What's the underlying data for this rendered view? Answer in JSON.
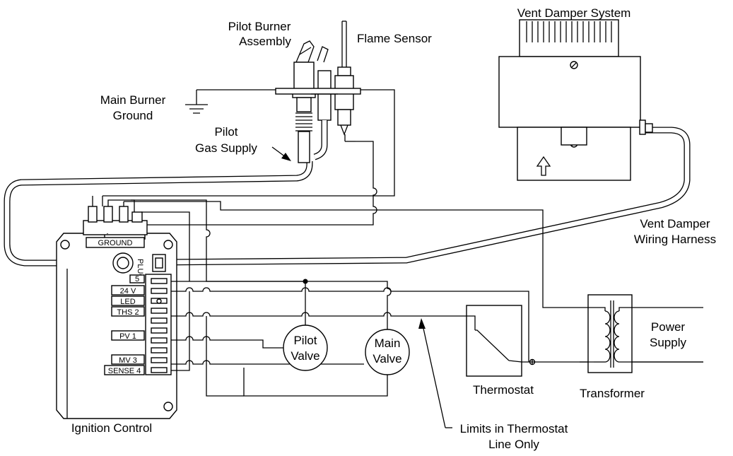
{
  "labels": {
    "vent_damper_system": "Vent Damper System",
    "pilot_burner_line1": "Pilot Burner",
    "pilot_burner_line2": "Assembly",
    "flame_sensor": "Flame Sensor",
    "main_burner_line1": "Main Burner",
    "main_burner_line2": "Ground",
    "pilot_gas_line1": "Pilot",
    "pilot_gas_line2": "Gas Supply",
    "vent_harness_line1": "Vent Damper",
    "vent_harness_line2": "Wiring Harness",
    "power_supply_line1": "Power",
    "power_supply_line2": "Supply",
    "transformer": "Transformer",
    "thermostat": "Thermostat",
    "ignition_control": "Ignition Control",
    "limits_line1": "Limits in Thermostat",
    "limits_line2": "Line Only"
  },
  "valves": {
    "pilot_line1": "Pilot",
    "pilot_line2": "Valve",
    "main_line1": "Main",
    "main_line2": "Valve"
  },
  "control": {
    "ground": "GROUND",
    "plug": "PLUG",
    "terminals": [
      "5",
      "24 V",
      "LED",
      "THS 2",
      "PV 1",
      "MV 3",
      "SENSE 4"
    ]
  },
  "colors": {
    "line": "#000000",
    "background": "#ffffff"
  }
}
